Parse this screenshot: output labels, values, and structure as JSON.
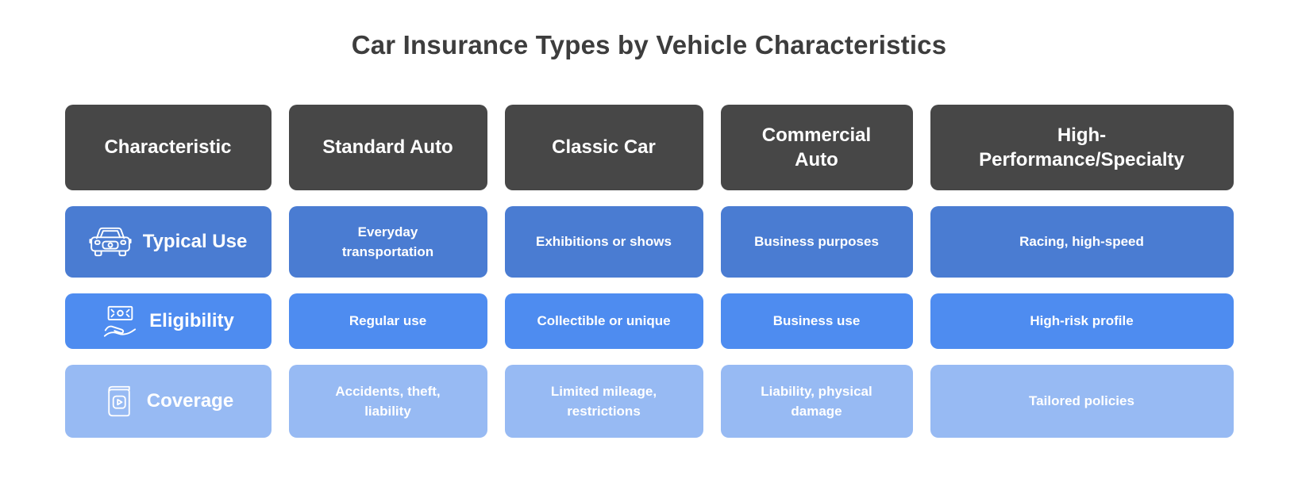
{
  "colors": {
    "page_bg": "#FFFFFF",
    "title_text": "#3D3D3D",
    "header_bg": "#474747",
    "row_typical_use_bg": "#4A7CD2",
    "row_eligibility_bg": "#4E8CF0",
    "row_coverage_bg": "#97BAF3",
    "cell_text": "#FFFFFF"
  },
  "icons": {
    "typical_use": "car-icon",
    "eligibility": "money-hand-icon",
    "coverage": "policy-book-icon"
  },
  "chart_data": {
    "type": "table",
    "title": "Car Insurance Types by Vehicle Characteristics",
    "columns": [
      "Characteristic",
      "Standard Auto",
      "Classic Car",
      "Commercial\nAuto",
      "High-\nPerformance/Specialty"
    ],
    "rows": [
      {
        "label": "Typical Use",
        "icon": "car-icon",
        "cells": [
          "Everyday\ntransportation",
          "Exhibitions or shows",
          "Business purposes",
          "Racing, high-speed"
        ]
      },
      {
        "label": "Eligibility",
        "icon": "money-hand-icon",
        "cells": [
          "Regular use",
          "Collectible or unique",
          "Business use",
          "High-risk profile"
        ]
      },
      {
        "label": "Coverage",
        "icon": "policy-book-icon",
        "cells": [
          "Accidents, theft,\nliability",
          "Limited mileage,\nrestrictions",
          "Liability, physical\ndamage",
          "Tailored policies"
        ]
      }
    ]
  }
}
